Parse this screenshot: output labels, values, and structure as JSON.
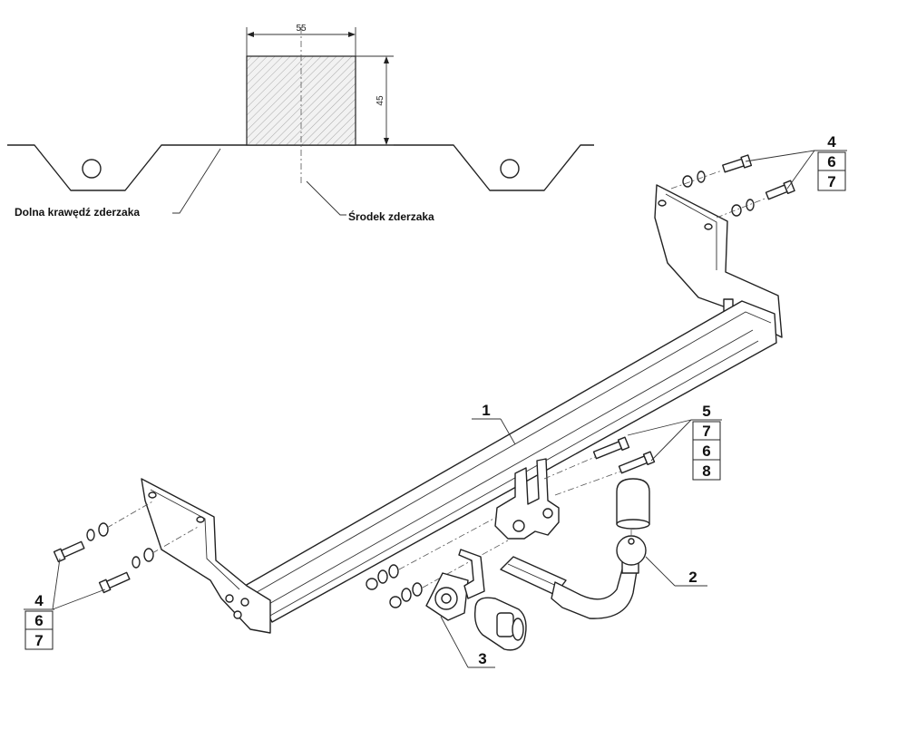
{
  "detail": {
    "dim_width": "55",
    "dim_height": "45",
    "bumper_edge_label": "Dolna krawędź zderzaka",
    "bumper_center_label": "Środek zderzaka"
  },
  "callouts": {
    "top_right": [
      "4",
      "6",
      "7"
    ],
    "right_middle": [
      "5",
      "7",
      "6",
      "8"
    ],
    "left": [
      "4",
      "6",
      "7"
    ],
    "part_1": "1",
    "part_2": "2",
    "part_3": "3"
  }
}
